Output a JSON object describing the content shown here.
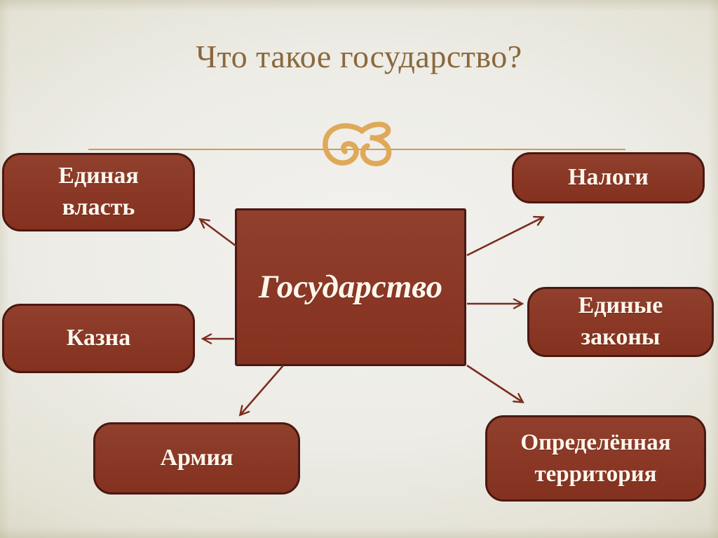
{
  "title": {
    "text": "Что такое государство?"
  },
  "diagram": {
    "center": {
      "label": "Государство"
    },
    "nodes": [
      {
        "id": "unified-power",
        "label": "Единая\nвласть"
      },
      {
        "id": "taxes",
        "label": "Налоги"
      },
      {
        "id": "treasury",
        "label": "Казна"
      },
      {
        "id": "unified-laws",
        "label": "Единые\nзаконы"
      },
      {
        "id": "army",
        "label": "Армия"
      },
      {
        "id": "territory",
        "label": "Определённая\nтерритория"
      }
    ]
  },
  "colors": {
    "background": "#ecebe5",
    "box_fill": "#8a3726",
    "box_border": "#4b1811",
    "box_text": "#fdf6ec",
    "arrow": "#7b2d1e",
    "title_text": "#8a683c",
    "ornament": "#dfa959"
  }
}
